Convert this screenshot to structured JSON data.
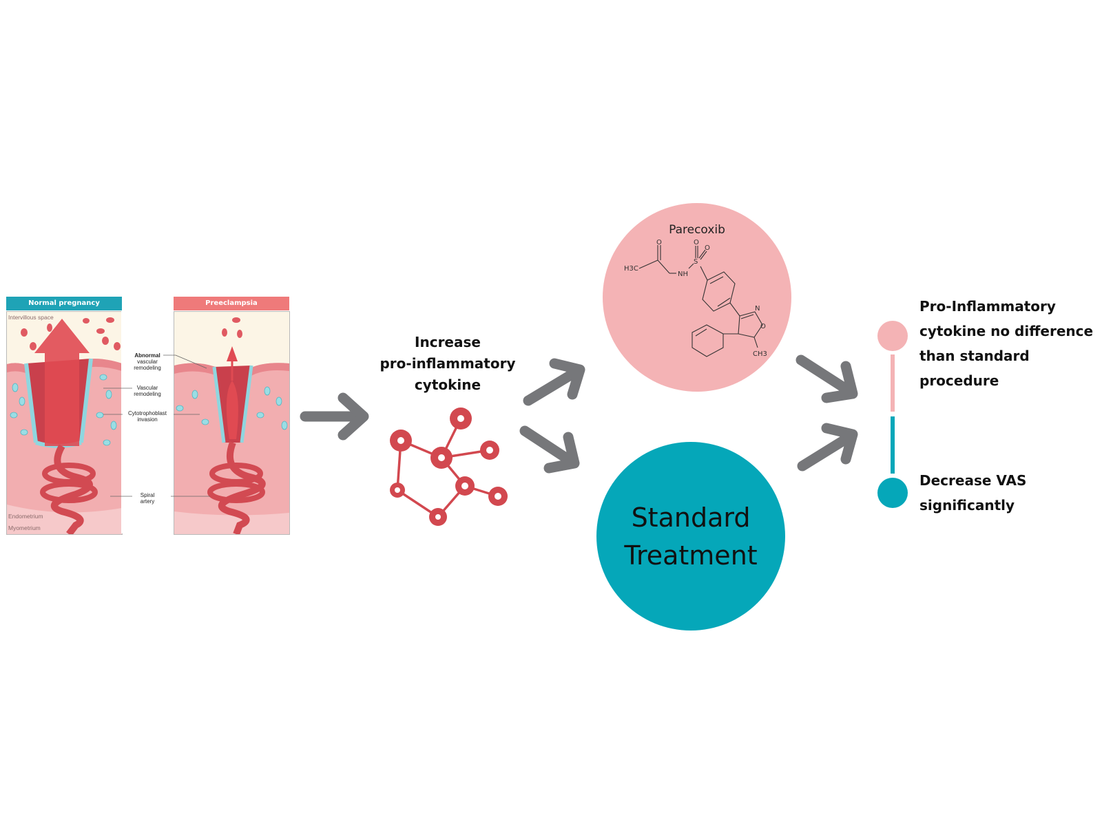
{
  "illustration": {
    "normal_panel": {
      "header": "Normal pregnancy",
      "header_color": "#1fa3b6",
      "layer_top": "Intervillous space",
      "layer_mid": "Endometrium",
      "layer_bottom": "Myometrium"
    },
    "preeclampsia_panel": {
      "header": "Preeclampsia",
      "header_color": "#ef7a7a"
    },
    "annotations": {
      "abnormal_bold": "Abnormal",
      "abnormal_rest_1": "vascular",
      "abnormal_rest_2": "remodeling",
      "vascular_1": "Vascular",
      "vascular_2": "remodeling",
      "cyto_1": "Cytotrophoblast",
      "cyto_2": "invasion",
      "spiral_1": "Spiral",
      "spiral_2": "artery"
    }
  },
  "cytokine": {
    "line1": "Increase",
    "line2": "pro-inflammatory",
    "line3": "cytokine",
    "icon_color": "#d2484f"
  },
  "treatments": {
    "parecoxib": {
      "label": "Parecoxib",
      "color": "#f4b3b5",
      "formula_labels": {
        "o1": "O",
        "o2": "O",
        "o3": "O",
        "s": "S",
        "nh": "NH",
        "h3c": "H3C",
        "n": "N",
        "o4": "O",
        "ch3": "CH3"
      }
    },
    "standard": {
      "line1": "Standard",
      "line2": "Treatment",
      "color": "#05a7b9"
    }
  },
  "outcomes": {
    "pink_color": "#f4b3b5",
    "teal_color": "#05a7b9",
    "outcome1_lines": [
      "Pro-Inflammatory",
      "cytokine no difference",
      "than standard",
      "procedure"
    ],
    "outcome2_lines": [
      "Decrease VAS",
      "significantly"
    ]
  },
  "arrow_color": "#76777a"
}
